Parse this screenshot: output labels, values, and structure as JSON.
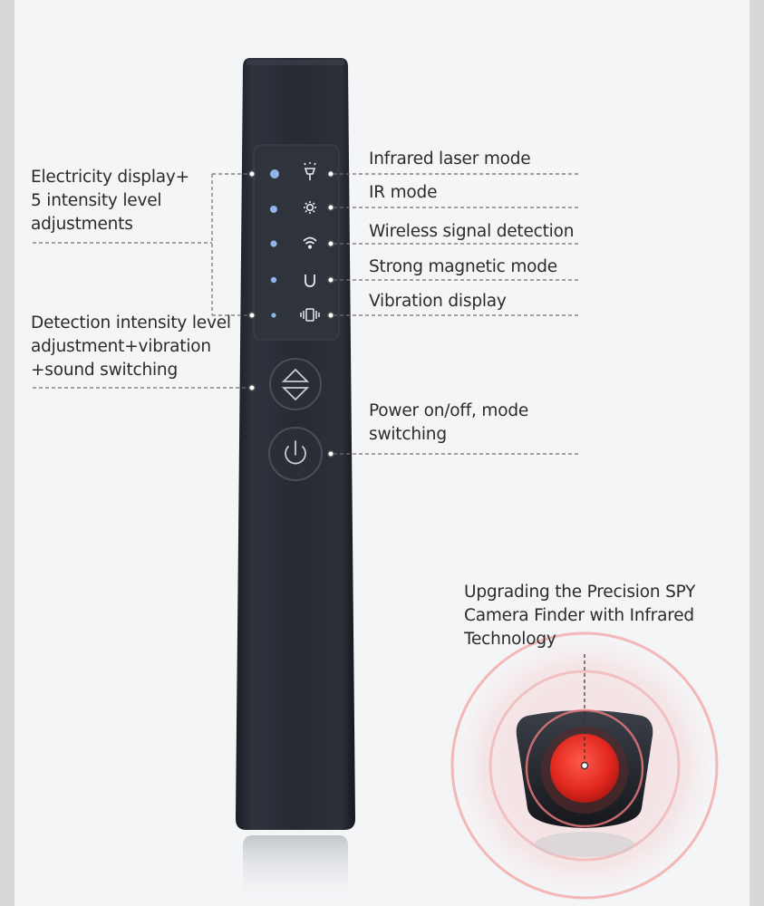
{
  "labels": {
    "left_battery": "Electricity display+\n5 intensity level\nadjustments",
    "left_adjust": "Detection intensity level\nadjustment+vibration\n+sound switching",
    "right_laser": "Infrared laser mode",
    "right_ir": "IR mode",
    "right_wireless": "Wireless signal detection",
    "right_magnetic": "Strong magnetic mode",
    "right_vibration": "Vibration display",
    "right_power": "Power on/off, mode\nswitching",
    "lens_caption": "Upgrading the Precision SPY\nCamera Finder with Infrared\nTechnology"
  },
  "icons": [
    "flashlight-icon",
    "sun-icon",
    "wifi-icon",
    "magnet-icon",
    "vibration-icon",
    "up-down-arrows-icon",
    "power-icon"
  ],
  "colors": {
    "device_body": "#262a33",
    "indicator_led": "#8fb4ea",
    "lens_red": "#e8332a",
    "glow_red": "#f2a6a6"
  }
}
